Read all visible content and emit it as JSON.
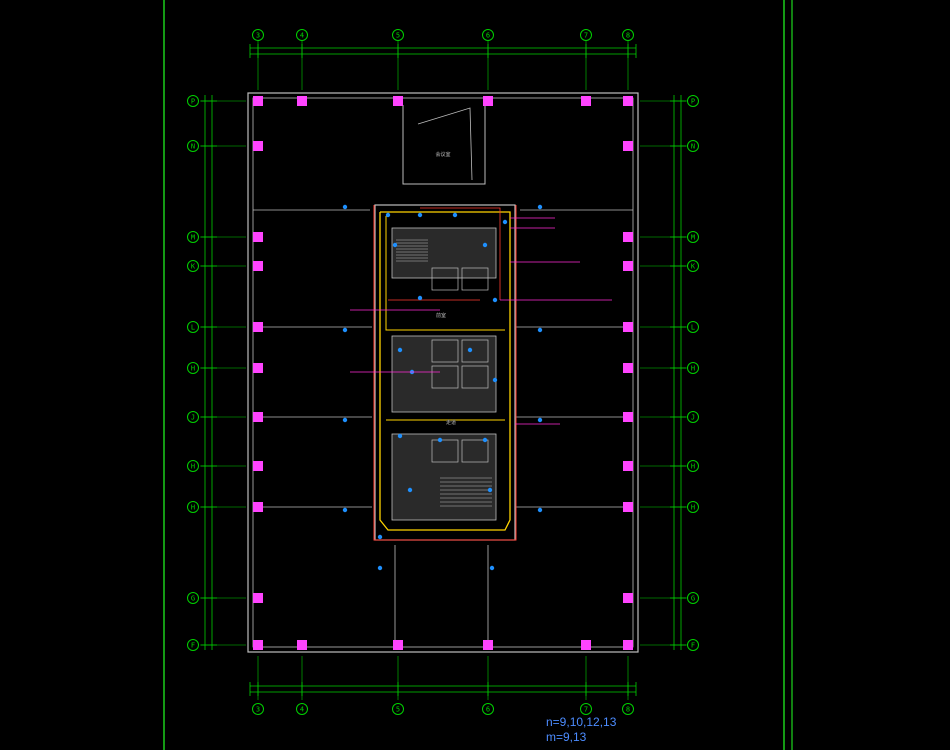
{
  "axes": {
    "columns": [
      "3",
      "4",
      "5",
      "6",
      "7",
      "8"
    ],
    "rows": [
      "P",
      "N",
      "M",
      "K",
      "L",
      "H",
      "J",
      "H",
      "H",
      "G",
      "F"
    ]
  },
  "rooms": {
    "meeting_top": "会议室",
    "corridor_mid": "走道",
    "lobby_low": "前室"
  },
  "notes": {
    "n_line": "n=9,10,12,13",
    "m_line": "m=9,13"
  },
  "colors": {
    "background": "#000000",
    "frame_lines": "#22ff22",
    "walls": "#bdbdbd",
    "columns": "#ff44ff",
    "cable_tray": "#ffd400",
    "conduit": "#ff3b30",
    "devices": "#1e90ff",
    "annotation": "#ff2bd6",
    "axis_lines": "#00d000",
    "note_text": "#4c8cff"
  }
}
